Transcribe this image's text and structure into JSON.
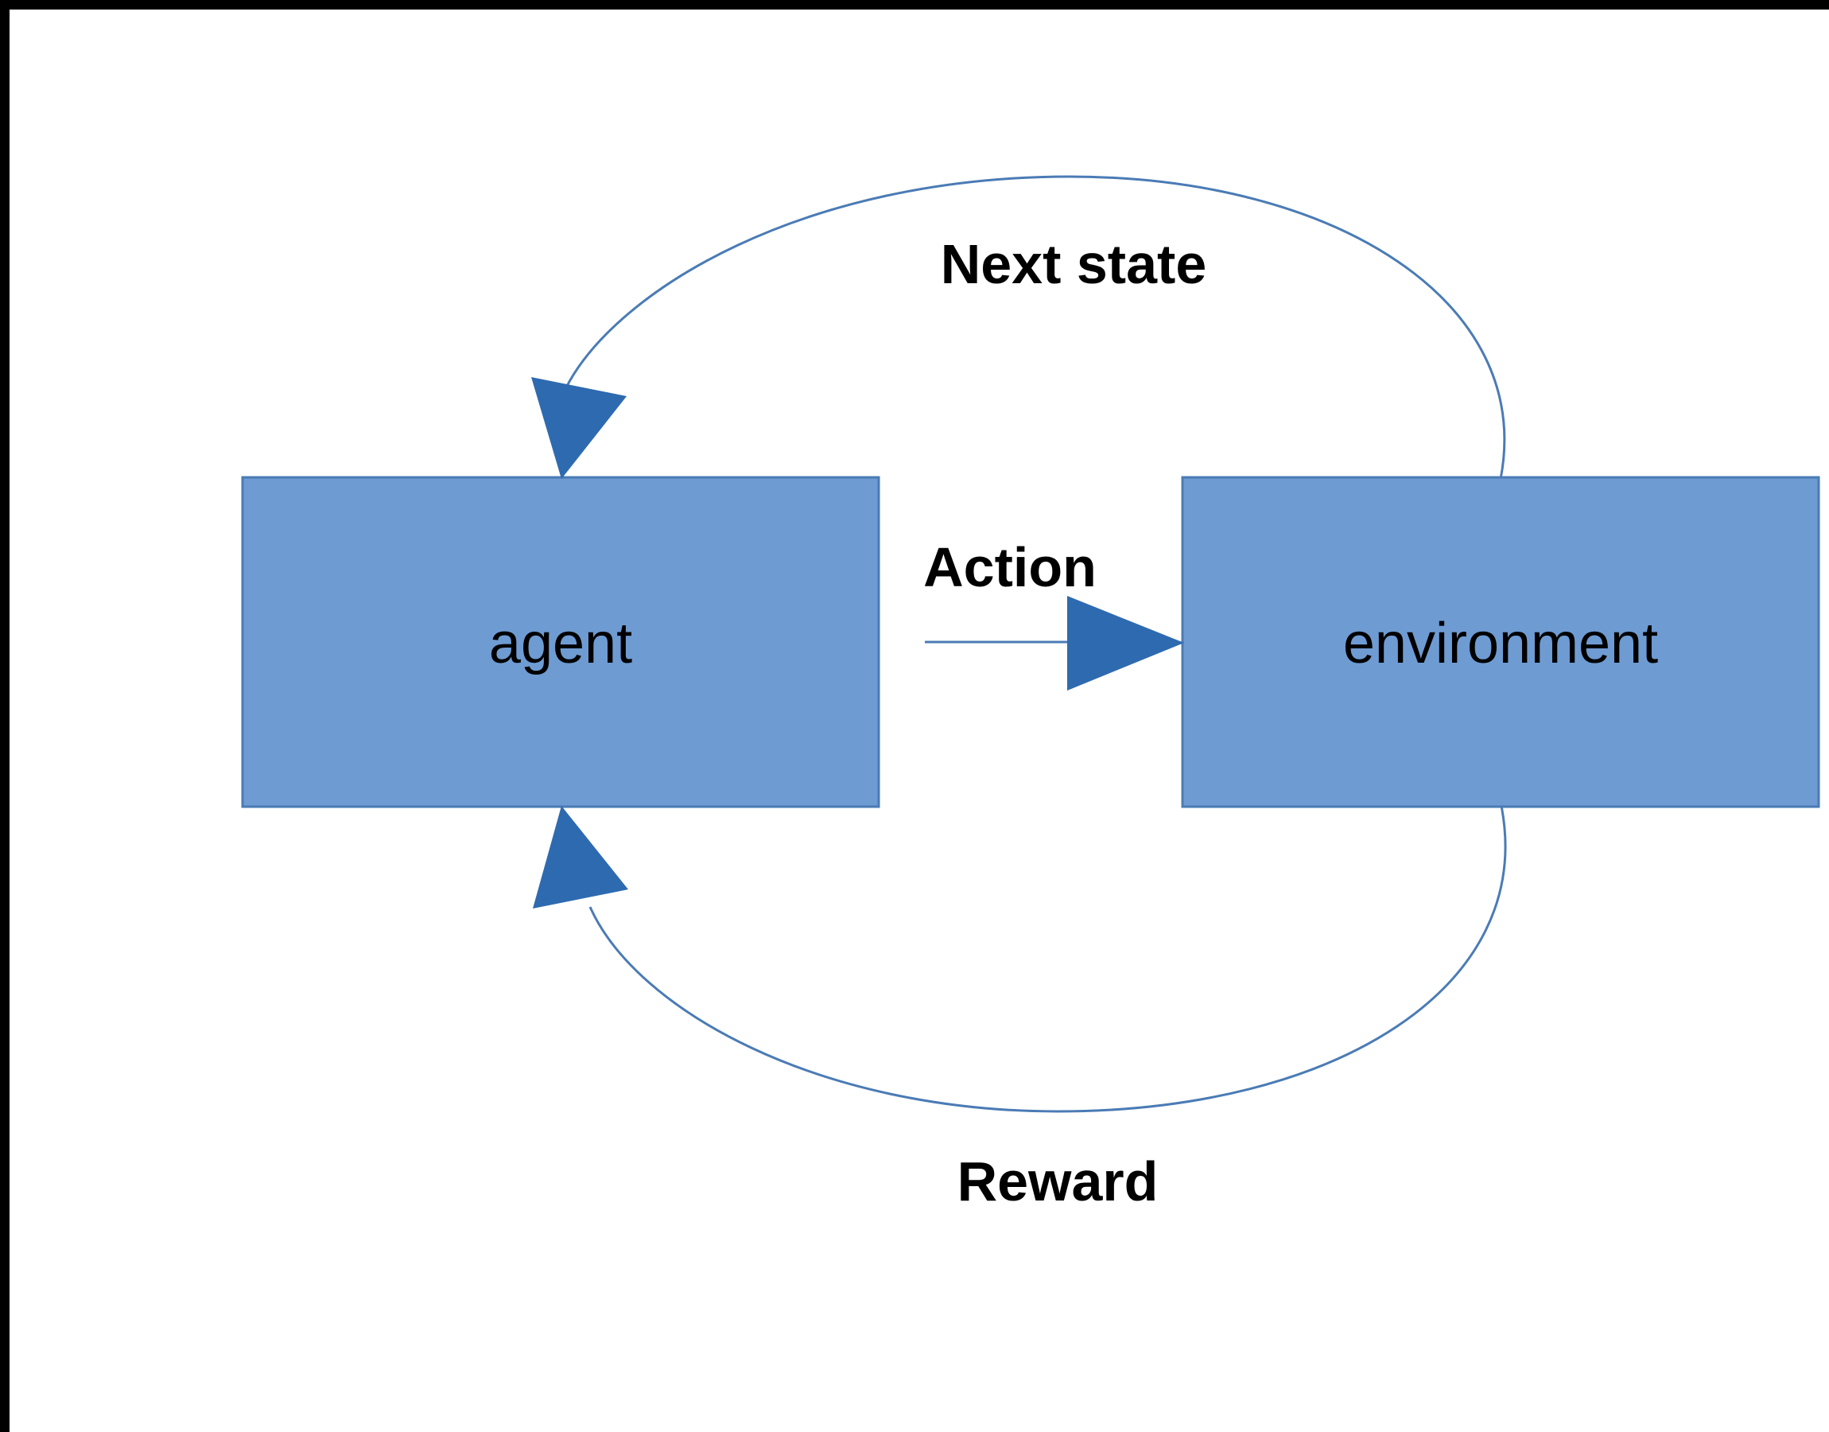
{
  "diagram": {
    "title": "Reinforcement learning agent-environment interaction loop",
    "type": "cycle-diagram",
    "colors": {
      "node_fill": "#6E9BD2",
      "node_stroke": "#4A7BB5",
      "arrowhead": "#2E6AAF",
      "connector_line": "#4A7BB5",
      "label_text": "#000000",
      "frame": "#000000",
      "background": "#FFFFFF"
    },
    "nodes": [
      {
        "id": "agent",
        "label": "agent",
        "shape": "rectangle"
      },
      {
        "id": "environment",
        "label": "environment",
        "shape": "rectangle"
      }
    ],
    "edges": [
      {
        "id": "action",
        "label": "Action",
        "from": "agent",
        "to": "environment",
        "style": "straight-arrow",
        "direction": "left-to-right"
      },
      {
        "id": "next-state",
        "label": "Next state",
        "from": "environment",
        "to": "agent",
        "style": "curved-arc-above",
        "direction": "right-to-left"
      },
      {
        "id": "reward",
        "label": "Reward",
        "from": "environment",
        "to": "agent",
        "style": "curved-arc-below",
        "direction": "right-to-left"
      }
    ]
  }
}
